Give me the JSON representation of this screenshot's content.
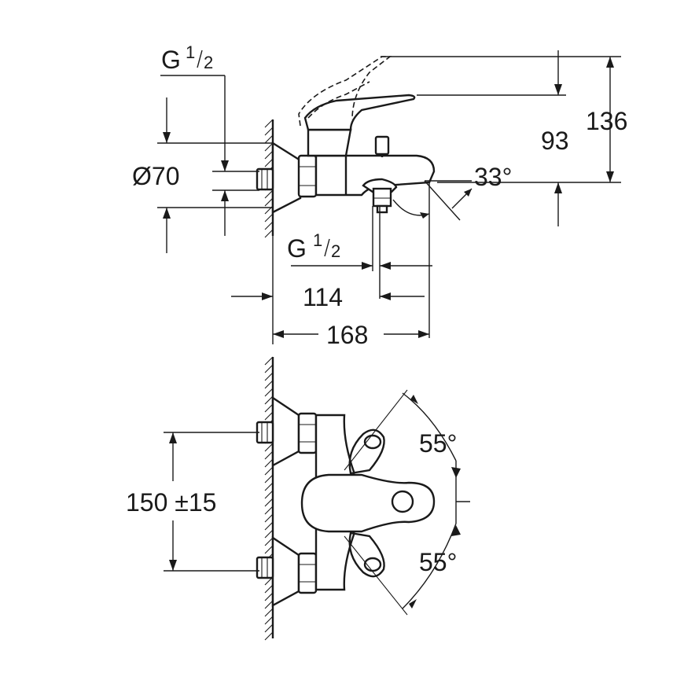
{
  "side_view": {
    "thread_top": {
      "main": "G",
      "sup": "1",
      "sub": "2"
    },
    "diameter": "Ø70",
    "angle": "33°",
    "dim_93": "93",
    "dim_136": "136",
    "thread_bottom": {
      "main": "G",
      "sup": "1",
      "sub": "2"
    },
    "dim_114": "114",
    "dim_168": "168"
  },
  "front_view": {
    "spacing": "150 ±15",
    "angle_top": "55°",
    "angle_bottom": "55°"
  },
  "colors": {
    "ink": "#1a1a1a",
    "background": "#ffffff"
  }
}
